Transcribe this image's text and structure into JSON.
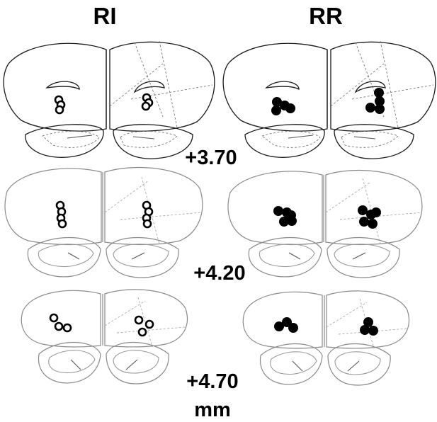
{
  "columns": {
    "left_title": "RI",
    "right_title": "RR"
  },
  "levels": [
    {
      "label": "+3.70"
    },
    {
      "label": "+4.20"
    },
    {
      "label": "+4.70"
    }
  ],
  "unit": "mm",
  "colors": {
    "marker": "#000000",
    "outline": "#1a1a1a",
    "outline_light": "#8a8a8a"
  },
  "markers": {
    "ri_style": "open-ring",
    "rr_style": "filled-circle"
  }
}
